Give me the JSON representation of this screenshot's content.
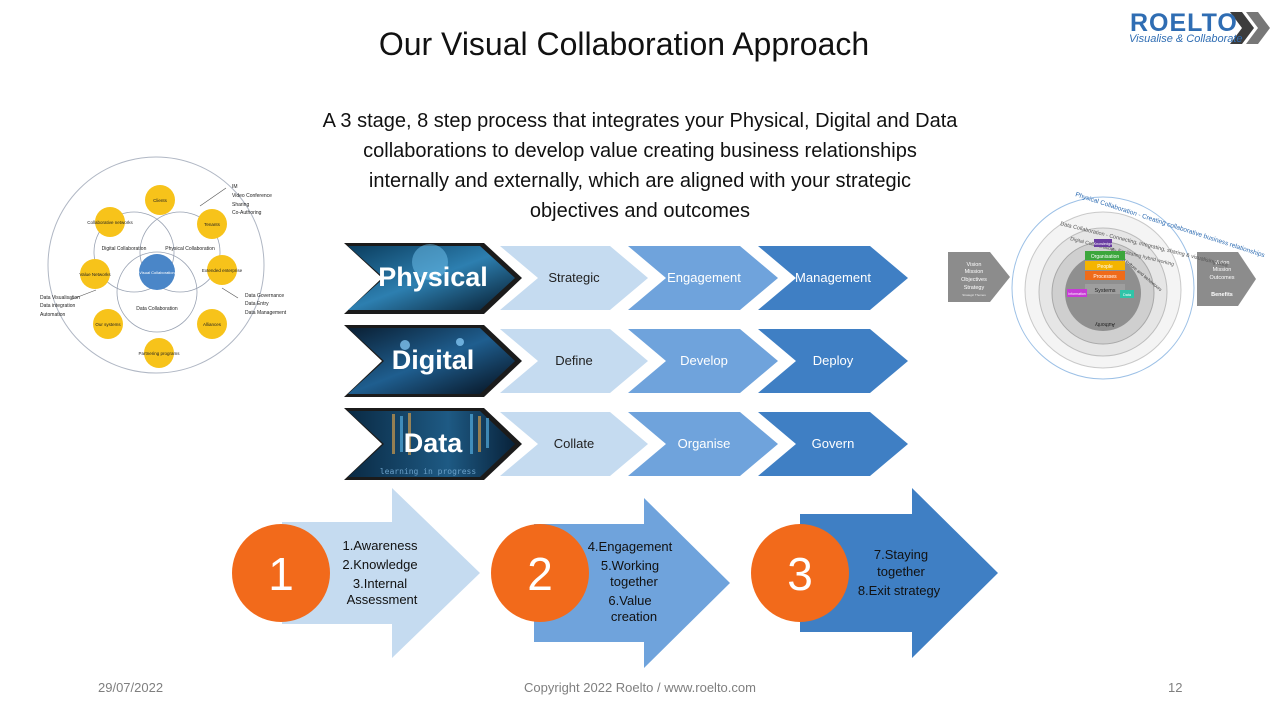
{
  "title": "Our Visual Collaboration Approach",
  "subtitle_lines": [
    "A 3 stage, 8 step process that integrates your Physical, Digital and Data",
    "collaborations to develop value creating business relationships",
    "internally and externally, which are aligned with your strategic",
    "objectives and outcomes"
  ],
  "logo": {
    "name": "ROELTO",
    "tagline": "Visualise & Collaborate"
  },
  "rows": [
    {
      "label": "Physical",
      "steps": [
        "Strategic",
        "Engagement",
        "Management"
      ]
    },
    {
      "label": "Digital",
      "steps": [
        "Define",
        "Develop",
        "Deploy"
      ]
    },
    {
      "label": "Data",
      "steps": [
        "Collate",
        "Organise",
        "Govern"
      ]
    }
  ],
  "image_caption": "learning in progress",
  "stages": [
    {
      "number": "1",
      "lines": [
        "1.Awareness",
        "2.Knowledge",
        "3.Internal",
        "Assessment"
      ]
    },
    {
      "number": "2",
      "lines": [
        "4.Engagement",
        "5.Working",
        "together",
        "6.Value",
        "creation"
      ]
    },
    {
      "number": "3",
      "lines": [
        "7.Staying",
        "together",
        "8.Exit strategy"
      ]
    }
  ],
  "left_diagram": {
    "center": "Visual Collaboration",
    "circle_labels": [
      "Digital Collaboration",
      "Physical Collaboration",
      "Data Collaboration"
    ],
    "nodes": [
      "Clients",
      "Tenants",
      "Extended enterprise",
      "Alliances",
      "Partnering programs",
      "Our systems",
      "Value Networks",
      "Collaborative networks"
    ],
    "top_list": [
      "IM",
      "Video Conference",
      "Sharing",
      "Co-Authoring"
    ],
    "right_list": [
      "Data Governance",
      "Data Entry",
      "Data Management"
    ],
    "left_list": [
      "Data Visualisation",
      "Data integration",
      "Automation"
    ]
  },
  "right_diagram": {
    "left_arrow": [
      "Vision",
      "Mission",
      "Objectives",
      "Strategy"
    ],
    "left_arrow_small": "Strategic Themes",
    "right_arrow": [
      "Vision",
      "Mission",
      "Outcomes"
    ],
    "right_arrow_bold": "Benefits",
    "ring_texts": [
      "Physical Collaboration - Creating collaborative business relationships",
      "Data Collaboration - Connecting, integrating, sharing & visualising data",
      "Digital Collaboration - Facilitating hybrid working",
      "Enabling culture and behaviours"
    ],
    "core_labels": [
      "Knowledge",
      "Organisation",
      "People",
      "Processes",
      "Systems",
      "Information",
      "Data"
    ],
    "bottom_text": "Authority"
  },
  "footer": {
    "date": "29/07/2022",
    "copyright": "Copyright 2022  Roelto / www.roelto.com",
    "page": "12"
  },
  "colors": {
    "chevron1": "#c5dbf0",
    "chevron2": "#6fa3dc",
    "chevron3": "#3f7fc4",
    "stage_circle": "#f26a1b",
    "logo": "#2f6db3"
  }
}
